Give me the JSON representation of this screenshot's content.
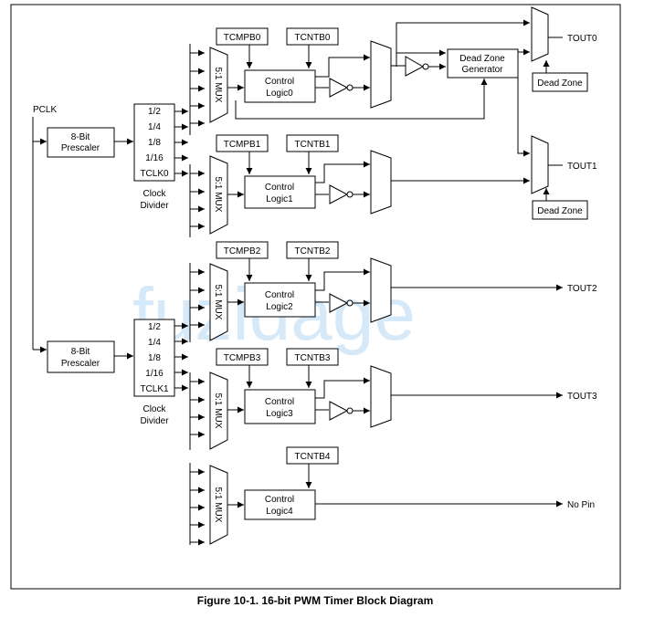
{
  "input": {
    "pclk": "PCLK"
  },
  "prescalers": [
    {
      "line1": "8-Bit",
      "line2": "Prescaler"
    },
    {
      "line1": "8-Bit",
      "line2": "Prescaler"
    }
  ],
  "clock_dividers": [
    {
      "options": [
        "1/2",
        "1/4",
        "1/8",
        "1/16",
        "TCLK0"
      ],
      "label1": "Clock",
      "label2": "Divider"
    },
    {
      "options": [
        "1/2",
        "1/4",
        "1/8",
        "1/16",
        "TCLK1"
      ],
      "label1": "Clock",
      "label2": "Divider"
    }
  ],
  "mux_label": "5:1 MUX",
  "registers": {
    "tcmpb0": "TCMPB0",
    "tcntb0": "TCNTB0",
    "tcmpb1": "TCMPB1",
    "tcntb1": "TCNTB1",
    "tcmpb2": "TCMPB2",
    "tcntb2": "TCNTB2",
    "tcmpb3": "TCMPB3",
    "tcntb3": "TCNTB3",
    "tcntb4": "TCNTB4"
  },
  "control_logic": [
    {
      "line1": "Control",
      "line2": "Logic0"
    },
    {
      "line1": "Control",
      "line2": "Logic1"
    },
    {
      "line1": "Control",
      "line2": "Logic2"
    },
    {
      "line1": "Control",
      "line2": "Logic3"
    },
    {
      "line1": "Control",
      "line2": "Logic4"
    }
  ],
  "dead_zone_generator": {
    "line1": "Dead Zone",
    "line2": "Generator"
  },
  "dead_zone": [
    "Dead Zone",
    "Dead Zone"
  ],
  "outputs": [
    "TOUT0",
    "TOUT1",
    "TOUT2",
    "TOUT3",
    "No Pin"
  ],
  "watermark": "fuzidage",
  "caption": "Figure 10-1. 16-bit PWM Timer Block Diagram"
}
